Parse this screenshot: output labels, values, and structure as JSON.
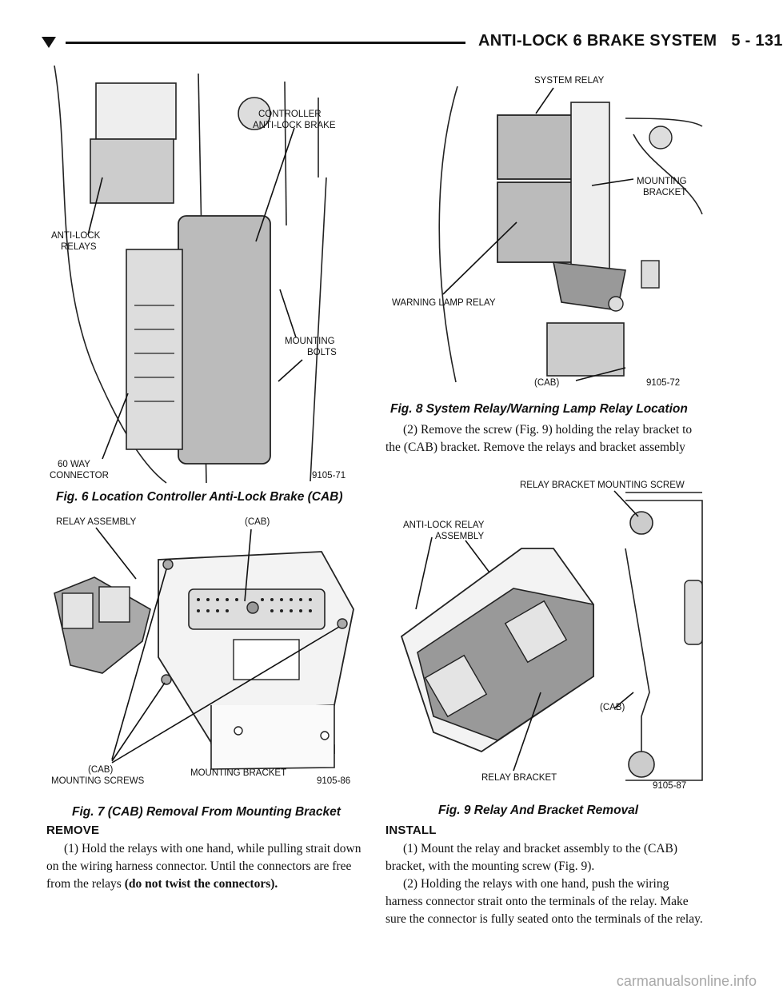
{
  "header": {
    "title": "ANTI-LOCK 6 BRAKE SYSTEM",
    "page_number": "5 - 131"
  },
  "fig6": {
    "labels": {
      "controller": "CONTROLLER",
      "anti_lock_brake": "ANTI-LOCK BRAKE",
      "anti_lock": "ANTI-LOCK",
      "relays": "RELAYS",
      "mounting": "MOUNTING",
      "bolts": "BOLTS",
      "sixty_way": "60 WAY",
      "connector": "CONNECTOR",
      "code": "9105-71"
    },
    "caption": "Fig. 6 Location Controller Anti-Lock Brake (CAB)"
  },
  "fig7": {
    "labels": {
      "relay_assembly": "RELAY ASSEMBLY",
      "cab_top": "(CAB)",
      "cab_bottom": "(CAB)",
      "mounting_screws": "MOUNTING SCREWS",
      "mounting_bracket": "MOUNTING BRACKET",
      "code": "9105-86"
    },
    "caption": "Fig. 7 (CAB) Removal From Mounting Bracket"
  },
  "fig8": {
    "labels": {
      "system_relay": "SYSTEM RELAY",
      "mounting": "MOUNTING",
      "bracket": "BRACKET",
      "warning_lamp_relay": "WARNING LAMP RELAY",
      "cab": "(CAB)",
      "code": "9105-72"
    },
    "caption": "Fig. 8 System Relay/Warning Lamp Relay Location"
  },
  "fig9": {
    "labels": {
      "relay_bracket_mounting_screw": "RELAY BRACKET MOUNTING SCREW",
      "anti_lock_relay": "ANTI-LOCK RELAY",
      "assembly": "ASSEMBLY",
      "cab": "(CAB)",
      "relay_bracket": "RELAY BRACKET",
      "code": "9105-87"
    },
    "caption": "Fig. 9 Relay And Bracket Removal"
  },
  "right_text": {
    "step2_remove": "(2) Remove the screw (Fig. 9) holding the relay bracket to the (CAB) bracket. Remove the relays and bracket assembly"
  },
  "remove": {
    "heading": "REMOVE",
    "step1_text": "(1) Hold the relays with one hand, while pulling strait down on the wiring harness connector. Until the connectors are free from the relays",
    "step1_bold": "(do not twist the connectors)."
  },
  "install": {
    "heading": "INSTALL",
    "step1": "(1) Mount the relay and bracket assembly to the (CAB) bracket, with the mounting screw (Fig. 9).",
    "step2": "(2) Holding the relays with one hand, push the wiring harness connector strait onto the terminals of the relay. Make sure the connector is fully seated onto the terminals of the relay."
  },
  "watermark": "carmanualsonline.info"
}
